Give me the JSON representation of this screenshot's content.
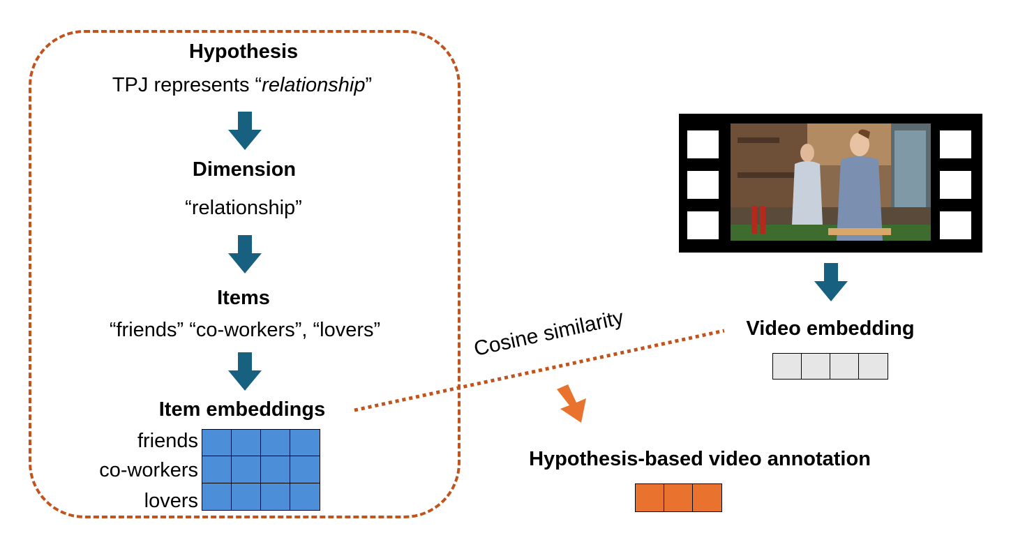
{
  "hypothesis": {
    "title": "Hypothesis",
    "text_prefix": "TPJ represents “",
    "text_italic": "relationship",
    "text_suffix": "”"
  },
  "dimension": {
    "title": "Dimension",
    "text": "“relationship”"
  },
  "items": {
    "title": "Items",
    "text": "“friends” “co-workers”, “lovers”"
  },
  "item_embeddings": {
    "title": "Item embeddings",
    "rows": [
      "friends",
      "co-workers",
      "lovers"
    ],
    "columns": 4
  },
  "connector": {
    "label": "Cosine similarity"
  },
  "video_embedding": {
    "title": "Video embedding",
    "cells": 4
  },
  "annotation": {
    "title": "Hypothesis-based video annotation",
    "cells": 3
  },
  "colors": {
    "dashed_border": "#c0541c",
    "arrow_blue": "#17607f",
    "arrow_orange": "#e8722e",
    "item_grid": "#4c8fd8",
    "video_grid": "#e6e6e6",
    "annotation_grid": "#e8722e",
    "dotted_line": "#c0541c"
  }
}
